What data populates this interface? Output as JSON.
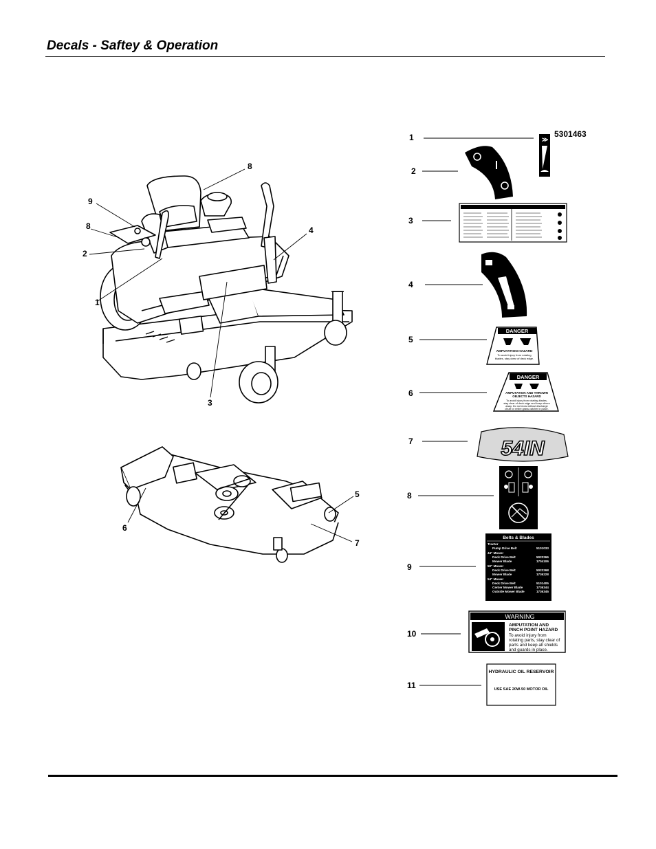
{
  "page": {
    "title": "Decals - Saftey & Operation"
  },
  "tractor_callouts": [
    "8",
    "9",
    "8",
    "4",
    "2",
    "1",
    "3"
  ],
  "deck_callouts": [
    "5",
    "6",
    "7"
  ],
  "decal_index": [
    "1",
    "2",
    "3",
    "4",
    "5",
    "6",
    "7",
    "8",
    "9",
    "10",
    "11"
  ],
  "decals": {
    "d1_part": "5301463",
    "d5": {
      "header": "DANGER",
      "title": "AMPUTATION HAZARD",
      "l1": "To avoid injury from rotating",
      "l2": "blades, stay clear of deck edge."
    },
    "d6": {
      "header": "DANGER",
      "t1": "AMPUTATION AND THROWN",
      "t2": "OBJECTS HAZARD",
      "l1": "To avoid injury from rotating blades,",
      "l2": "stay clear of deck edge and keep others",
      "l3": "away. Do not mow without discharge",
      "l4": "chute or entire grass catcher in place."
    },
    "d7": "54IN",
    "d9": {
      "title": "Belts & Blades",
      "groups": [
        {
          "name": "Tractor",
          "rows": [
            {
              "item": "Pump Drive Belt",
              "part": "5101033"
            }
          ]
        },
        {
          "name": "44\" Mower",
          "rows": [
            {
              "item": "Deck Drive Belt",
              "part": "5022266"
            },
            {
              "item": "Mower Blade",
              "part": "1704106"
            }
          ]
        },
        {
          "name": "50\" Mower",
          "rows": [
            {
              "item": "Deck Drive Belt",
              "part": "5022268"
            },
            {
              "item": "Mower Blade",
              "part": "1736228"
            }
          ]
        },
        {
          "name": "54\" Mower",
          "rows": [
            {
              "item": "Deck Drive Belt",
              "part": "5101405"
            },
            {
              "item": "Center Mower Blade",
              "part": "1736344"
            },
            {
              "item": "Outside Mower Blade",
              "part": "1736345"
            }
          ]
        }
      ]
    },
    "d10": {
      "header": "WARNING",
      "t1": "AMPUTATION AND",
      "t2": "PINCH POINT HAZARD",
      "l1": "To avoid injury from",
      "l2": "rotating parts, stay clear of",
      "l3": "parts and keep all shields",
      "l4": "and guards in place."
    },
    "d11": {
      "title": "HYDRAULIC OIL RESERVOIR",
      "body": "USE SAE 20W-50 MOTOR OIL"
    }
  }
}
